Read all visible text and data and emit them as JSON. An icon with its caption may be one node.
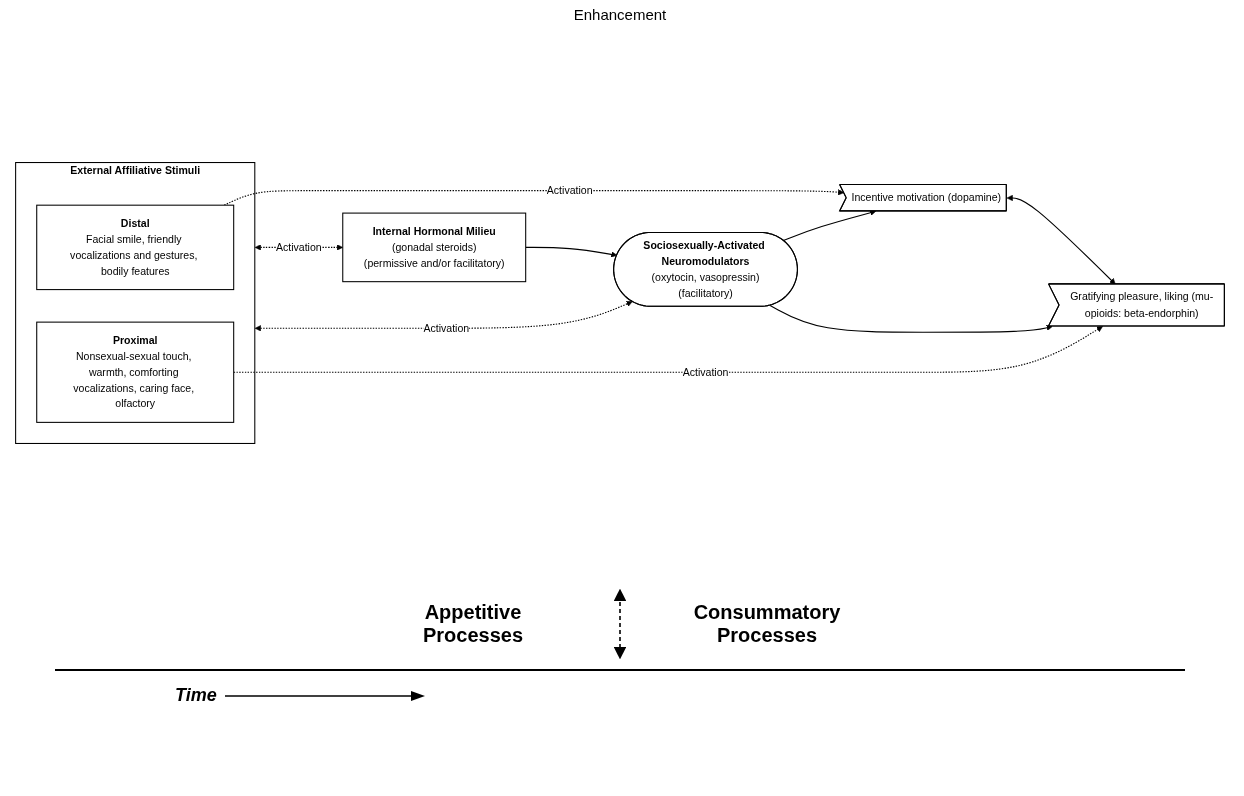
{
  "diagram": {
    "nodes": [
      {
        "text": [
          "External Affiliative Stimuli"
        ]
      },
      {
        "text": [
          "Distal",
          "Facial smile, friendly vocalizations and gestures, bodily features"
        ],
        "in": 0
      },
      {
        "text": [
          "Proximal",
          "Nonsexual-sexual touch, warmth, comforting vocalizations, caring face, olfactory"
        ],
        "in": 0
      },
      {
        "text": [
          "Internal Hormonal Milieu",
          "(gonadal steroids)",
          "(permissive and/or facilitatory)"
        ]
      },
      {
        "text": [
          "Sociosexually-Activated Neuromodulators",
          "(oxytocin, vasopressin)",
          "(facilitatory)"
        ]
      },
      {
        "text": [
          "Incentive motivation (dopamine)"
        ]
      },
      {
        "text": [
          "Gratifying pleasure, liking (mu-opioids: beta-endorphin)"
        ]
      }
    ],
    "edges": [
      {
        "from": 0,
        "to": 3,
        "arrow": "both",
        "style": "dashed",
        "label": "Activation"
      },
      {
        "from": 0,
        "to": 4,
        "arrow": "both",
        "style": "dashed",
        "label": "Activation"
      },
      {
        "from": 1,
        "to": 5,
        "arrow": "to",
        "style": "dashed",
        "label": "Activation"
      },
      {
        "from": 2,
        "to": 6,
        "arrow": "to",
        "style": "dashed",
        "label": "Activation"
      },
      {
        "from": 3,
        "to": 4,
        "arrow": "to"
      },
      {
        "from": 4,
        "to": 5,
        "arrow": "to"
      },
      {
        "from": 4,
        "to": 6,
        "arrow": "to"
      },
      {
        "from": 5,
        "to": 6,
        "arrow": "both"
      }
    ],
    "labels": [
      "Enhancement",
      "Appetitive Processes",
      "Consummatory Processes",
      "Time"
    ]
  }
}
